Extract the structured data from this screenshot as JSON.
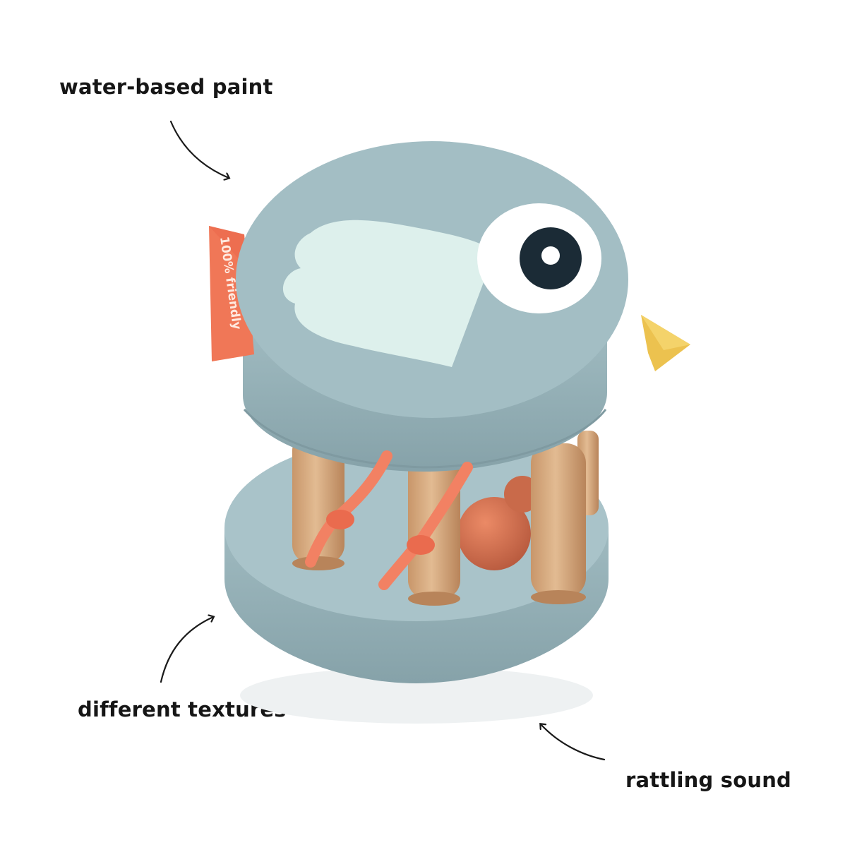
{
  "callouts": {
    "top": "water-based paint",
    "left": "different textures",
    "right": "rattling sound"
  },
  "product": {
    "tag_text": "100% friendly"
  },
  "colors": {
    "body_blue": "#a3bec4",
    "rim_shadow": "#8aa6ad",
    "wing": "#ddf0ec",
    "eye_white": "#ffffff",
    "pupil": "#1b2b36",
    "tag": "#f07757",
    "beak": "#ecc24f",
    "wood": "#d6aa7f",
    "ball": "#d9704f",
    "cord": "#f28163"
  }
}
